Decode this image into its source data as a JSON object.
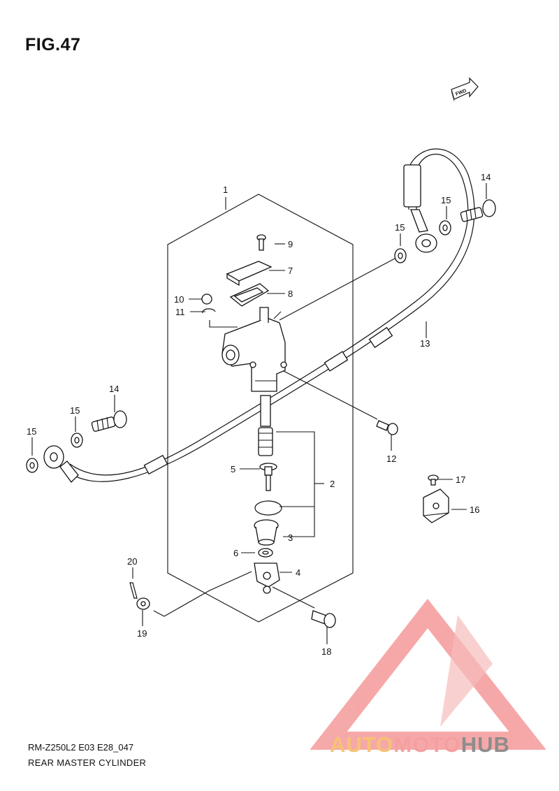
{
  "figure": {
    "title": "FIG.47",
    "code": "RM-Z250L2 E03 E28_047",
    "subtitle": "REAR MASTER CYLINDER",
    "fwd_label": "FWD"
  },
  "callouts": {
    "c1": "1",
    "c2": "2",
    "c3": "3",
    "c4": "4",
    "c5": "5",
    "c6": "6",
    "c7": "7",
    "c8": "8",
    "c9": "9",
    "c10": "10",
    "c11": "11",
    "c12": "12",
    "c13": "13",
    "c14a": "14",
    "c14b": "14",
    "c15a": "15",
    "c15b": "15",
    "c15c": "15",
    "c15d": "15",
    "c16": "16",
    "c17": "17",
    "c18": "18",
    "c19": "19",
    "c20": "20"
  },
  "watermark": {
    "part1": "AUTO",
    "part2": "MOTO",
    "part3": "HUB",
    "colors": {
      "auto": "#f6c276",
      "moto": "#f4a0a0",
      "hub": "#8d8d8d",
      "triangle": "#f59a9a"
    }
  }
}
